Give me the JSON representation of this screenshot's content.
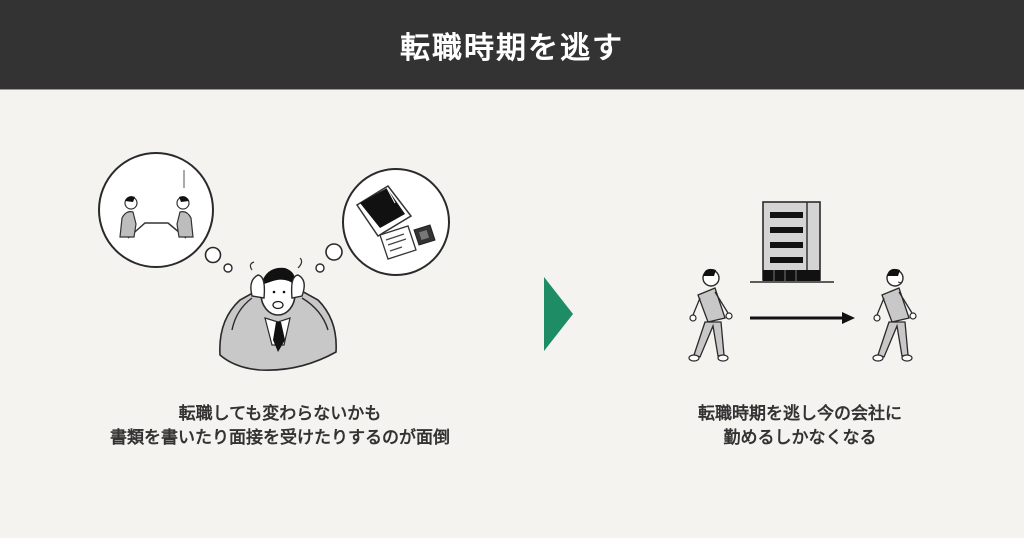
{
  "header": {
    "title": "転職時期を逃す",
    "background": "#333333",
    "text_color": "#ffffff"
  },
  "left_panel": {
    "illustration": "worried-businessman-thinking",
    "thought_bubbles": [
      {
        "icon": "job-interview-scene-icon"
      },
      {
        "icon": "resume-documents-icon"
      }
    ],
    "caption_lines": [
      "転職しても変わらないかも",
      "書類を書いたり面接を受けたりするのが面倒"
    ]
  },
  "transition_arrow": {
    "icon": "triangle-right-icon",
    "color": "#1e8c64"
  },
  "right_panel": {
    "illustration": "man-walking-past-office-building",
    "caption_lines": [
      "転職時期を逃し今の会社に",
      "勤めるしかなくなる"
    ]
  },
  "colors": {
    "background": "#f4f3ef",
    "caption_text": "#333333",
    "figure_fill": "#c8c8c8",
    "line": "#1a1a1a"
  }
}
